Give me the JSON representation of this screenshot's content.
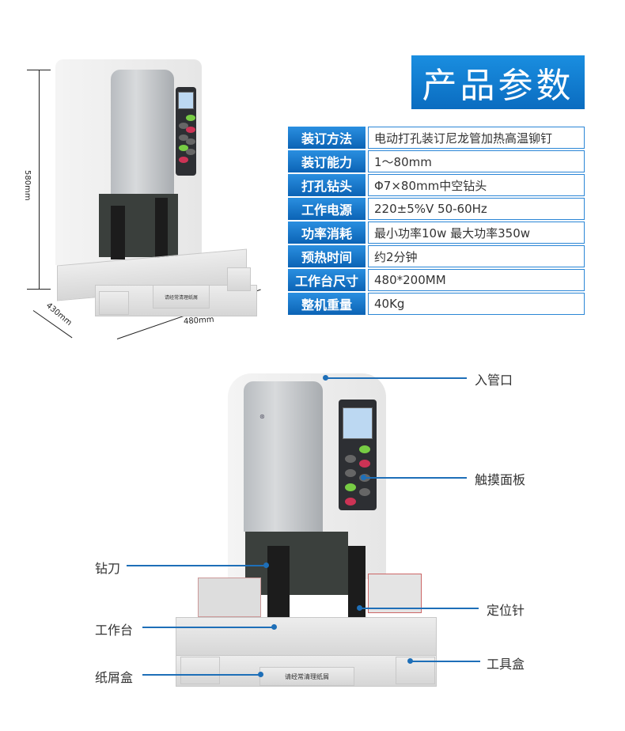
{
  "header": {
    "title": "产品参数"
  },
  "specs": [
    {
      "label": "装订方法",
      "value": "电动打孔装订尼龙管加热高温铆钉"
    },
    {
      "label": "装订能力",
      "value": "1～80mm"
    },
    {
      "label": "打孔钻头",
      "value": "Φ7×80mm中空钻头"
    },
    {
      "label": "工作电源",
      "value": "220±5%V  50-60Hz"
    },
    {
      "label": "功率消耗",
      "value": "最小功率10w   最大功率350w"
    },
    {
      "label": "预热时间",
      "value": "约2分钟"
    },
    {
      "label": "工作台尺寸",
      "value": "480*200MM"
    },
    {
      "label": "整机重量",
      "value": "40Kg"
    }
  ],
  "dimensions": {
    "height": "580mm",
    "depth": "430mm",
    "width": "480mm"
  },
  "machine": {
    "drawer_label": "请经常清理纸屑"
  },
  "callouts": {
    "inlet": "入管口",
    "touch_panel": "触摸面板",
    "drill": "钻刀",
    "locating_pin": "定位针",
    "worktable": "工作台",
    "tool_box": "工具盒",
    "scrap_box": "纸屑盒"
  },
  "colors": {
    "accent": "#1e6fb8",
    "banner": "#0a7fd0"
  }
}
